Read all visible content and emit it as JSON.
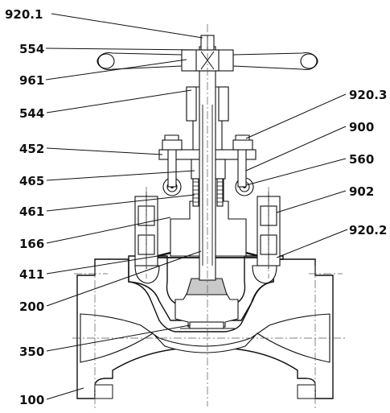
{
  "callouts": {
    "920_1": "920.1",
    "554": "554",
    "961": "961",
    "544": "544",
    "452": "452",
    "465": "465",
    "461": "461",
    "166": "166",
    "411": "411",
    "200": "200",
    "350": "350",
    "100": "100",
    "920_3": "920.3",
    "900": "900",
    "560": "560",
    "902": "902",
    "920_2": "920.2"
  }
}
